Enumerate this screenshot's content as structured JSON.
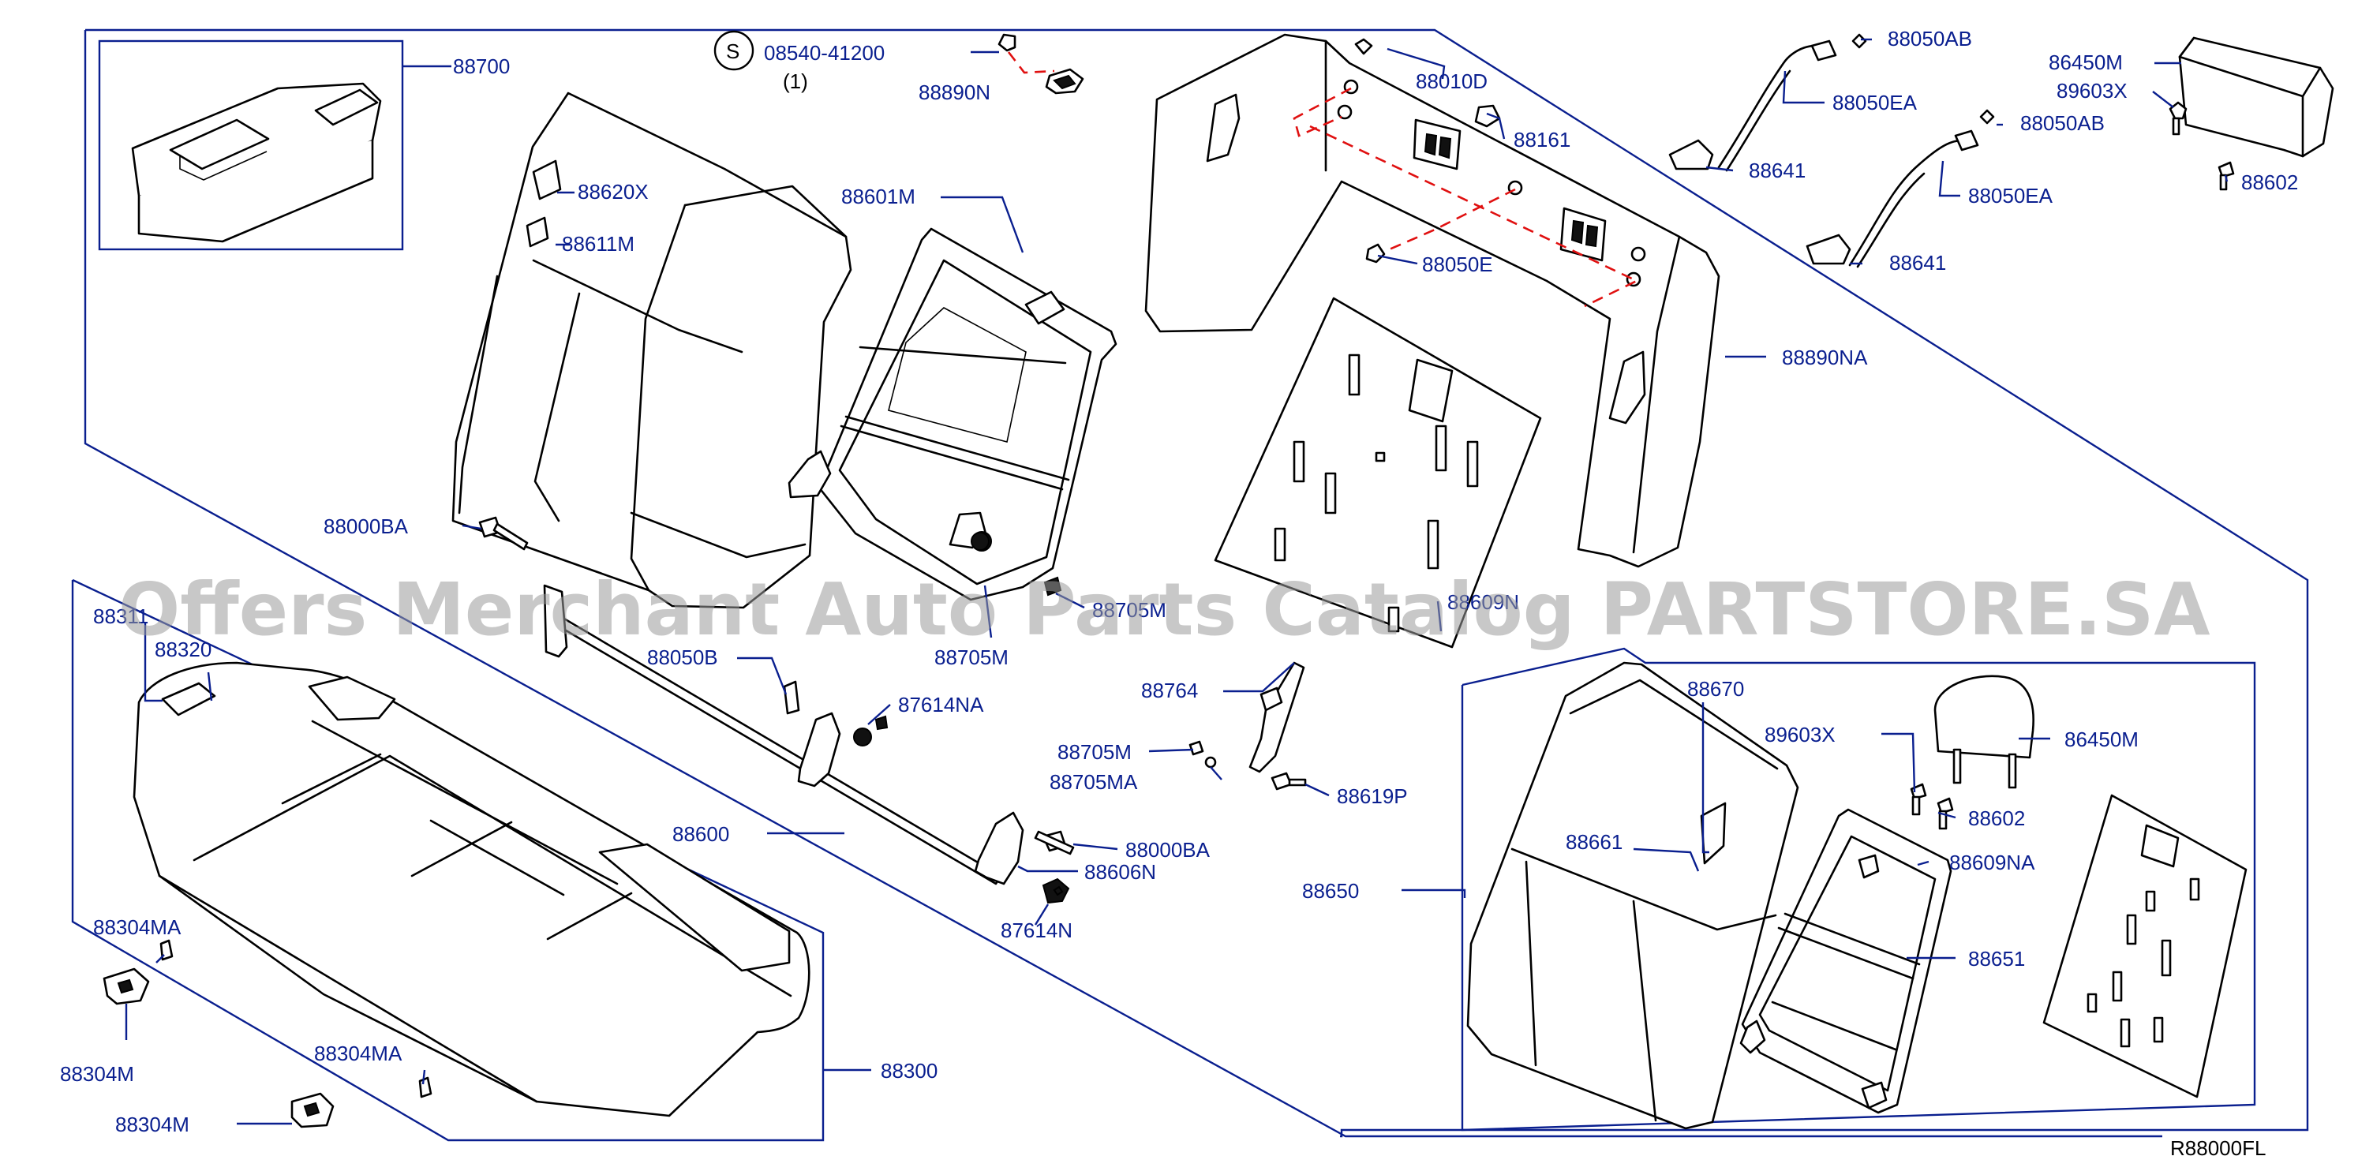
{
  "diagram": {
    "code": "R88000FL",
    "watermark": "Offers Merchant Auto Parts Catalog PARTSTORE.SA",
    "accent_color": "#0a1f8f",
    "dashed_color": "#e01010",
    "note": {
      "symbol": "S",
      "number": "08540-41200",
      "qty": "(1)"
    },
    "labels": {
      "p88700": "88700",
      "p88620X": "88620X",
      "p88611M": "88611M",
      "p88601M": "88601M",
      "p88890N": "88890N",
      "p88010D": "88010D",
      "p88161": "88161",
      "p88050E": "88050E",
      "p88890NA": "88890NA",
      "p88050AB_top": "88050AB",
      "p88050EA_top": "88050EA",
      "p88641_top": "88641",
      "p88050AB_mid": "88050AB",
      "p88050EA_mid": "88050EA",
      "p88641_mid": "88641",
      "p86450M_top": "86450M",
      "p89603X_top": "89603X",
      "p88602_top": "88602",
      "p88000BA_left": "88000BA",
      "p88311": "88311",
      "p88320": "88320",
      "p88050B": "88050B",
      "p87614NA": "87614NA",
      "p88705M_center": "88705M",
      "p88705M_upper": "88705M",
      "p88609N": "88609N",
      "p88764": "88764",
      "p88705M_small": "88705M",
      "p88705MA": "88705MA",
      "p88619P": "88619P",
      "p88600": "88600",
      "p88000BA_right": "88000BA",
      "p88606N": "88606N",
      "p87614N": "87614N",
      "p88650": "88650",
      "p88670": "88670",
      "p88661": "88661",
      "p89603X_right": "89603X",
      "p86450M_right": "86450M",
      "p88602_right": "88602",
      "p88609NA": "88609NA",
      "p88651": "88651",
      "p88304MA_top": "88304MA",
      "p88304M_left": "88304M",
      "p88304MA_bottom": "88304MA",
      "p88304M_bottom": "88304M",
      "p88300": "88300"
    }
  }
}
